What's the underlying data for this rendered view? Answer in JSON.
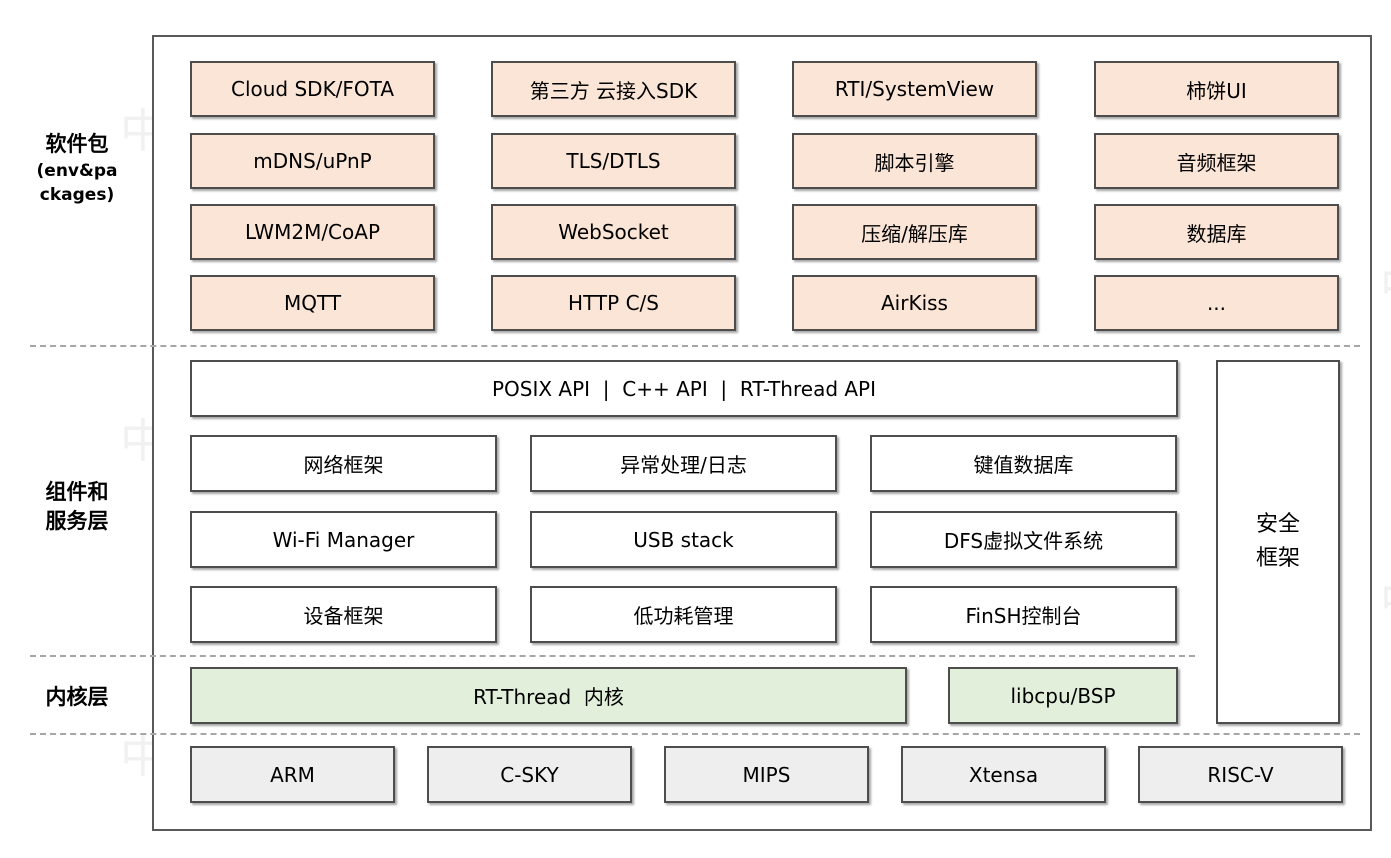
{
  "layers": {
    "packages": {
      "label_line1": "软件包",
      "label_line2": "(env&pa",
      "label_line3": "ckages)"
    },
    "components": {
      "label_line1": "组件和",
      "label_line2": "服务层"
    },
    "kernel": {
      "label": "内核层"
    }
  },
  "packages": [
    "Cloud SDK/FOTA",
    "第三方 云接入SDK",
    "RTI/SystemView",
    "柿饼UI",
    "mDNS/uPnP",
    "TLS/DTLS",
    "脚本引擎",
    "音频框架",
    "LWM2M/CoAP",
    "WebSocket",
    "压缩/解压库",
    "数据库",
    "MQTT",
    "HTTP C/S",
    "AirKiss",
    "..."
  ],
  "api_bar": "POSIX API  |  C++ API  |  RT-Thread API",
  "services": [
    "网络框架",
    "异常处理/日志",
    "键值数据库",
    "Wi-Fi Manager",
    "USB stack",
    "DFS虚拟文件系统",
    "设备框架",
    "低功耗管理",
    "FinSH控制台"
  ],
  "security": {
    "line1": "安全",
    "line2": "框架"
  },
  "kernel": {
    "core": "RT-Thread  内核",
    "bsp": "libcpu/BSP"
  },
  "archs": [
    "ARM",
    "C-SKY",
    "MIPS",
    "Xtensa",
    "RISC-V"
  ],
  "watermark": "中智讯",
  "colors": {
    "package_fill": "#fbe5d6",
    "kernel_fill": "#e2efda",
    "arch_fill": "#eeeeee",
    "border": "#4d4d4d"
  }
}
